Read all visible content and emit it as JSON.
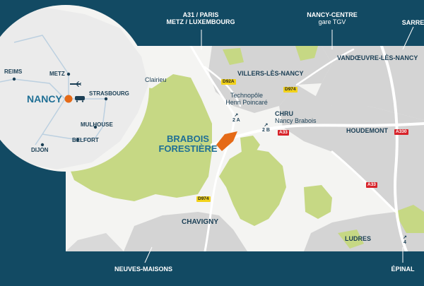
{
  "colors": {
    "ocean": "#124a63",
    "land": "#f4f4f2",
    "urban": "#d3d3d3",
    "forest": "#c6d884",
    "highlight_site": "#e56a17",
    "text_dark": "#1b3f55",
    "text_brand": "#1f6f95"
  },
  "edge_labels": {
    "top_a31": {
      "line1": "A31 / PARIS",
      "line2": "METZ / LUXEMBOURG"
    },
    "top_nancy_centre": {
      "line1": "NANCY-CENTRE",
      "line2": "gare TGV"
    },
    "top_sarreguemines": "SARREG",
    "bottom_neuves_maisons": "NEUVES-MAISONS",
    "bottom_epinal": "ÉPINAL"
  },
  "places": {
    "villers": "VILLERS-LÈS-NANCY",
    "vandoeuvre": "VANDŒUVRE-LÈS-NANCY",
    "clairieu": "Clairieu",
    "technopole_1": "Technopôle",
    "technopole_2": "Henri Poincaré",
    "chru_1": "CHRU",
    "chru_2": "Nancy Brabois",
    "houdemont": "HOUDEMONT",
    "chavigny": "CHAVIGNY",
    "ludres": "LUDRES",
    "forest_1": "BRABOIS",
    "forest_2": "FORESTIÈRE"
  },
  "roads": {
    "d92a": "D92A",
    "d974_top": "D974",
    "a33_mid": "A33",
    "a330": "A330",
    "a33_right": "A33",
    "d974_bottom": "D974"
  },
  "exits": {
    "exit_2a": "2 A",
    "exit_2b": "2 B",
    "exit_4": "4"
  },
  "inset": {
    "cities": {
      "reims": "REIMS",
      "metz": "METZ",
      "nancy": "NANCY",
      "strasbourg": "STRASBOURG",
      "mulhouse": "MULHOUSE",
      "belfort": "BELFORT",
      "dijon": "DIJON"
    },
    "icons": [
      "airplane-icon",
      "train-icon"
    ]
  }
}
